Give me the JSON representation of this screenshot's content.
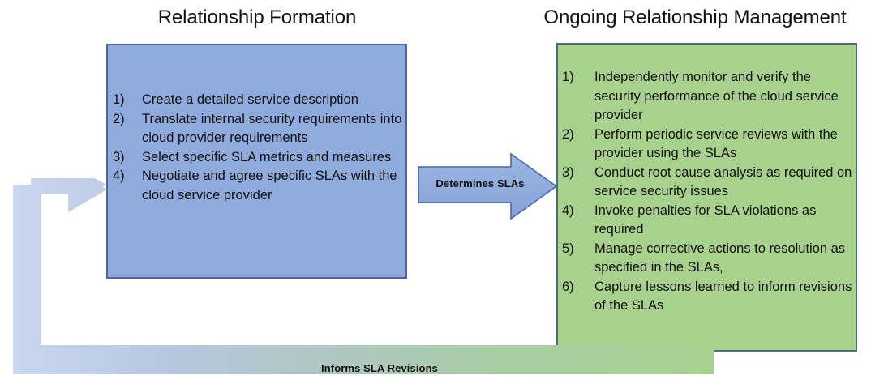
{
  "diagram": {
    "columns": [
      {
        "key": "formation",
        "title": "Relationship Formation"
      },
      {
        "key": "ongoing",
        "title": "Ongoing Relationship Management"
      }
    ],
    "formation_box": {
      "fill": "#8FAADC",
      "border": "#4A66A8",
      "steps": [
        {
          "num": "1)",
          "text": "Create a detailed service description"
        },
        {
          "num": "2)",
          "text": "Translate internal security requirements into cloud provider requirements"
        },
        {
          "num": "3)",
          "text": "Select specific SLA metrics and measures"
        },
        {
          "num": "4)",
          "text": "Negotiate and agree specific SLAs with the cloud service provider"
        }
      ]
    },
    "ongoing_box": {
      "fill": "#A9D18E",
      "border": "#4C6B78",
      "steps": [
        {
          "num": "1)",
          "text": "Independently monitor and verify the security performance of the cloud service provider"
        },
        {
          "num": "2)",
          "text": "Perform periodic service reviews with the provider using the SLAs"
        },
        {
          "num": "3)",
          "text": "Conduct root cause analysis as required on service security issues"
        },
        {
          "num": "4)",
          "text": "Invoke penalties for SLA violations as required"
        },
        {
          "num": "5)",
          "text": "Manage corrective actions to resolution as specified in the SLAs,"
        },
        {
          "num": "6)",
          "text": "Capture lessons learned to inform revisions of the SLAs"
        }
      ]
    },
    "connectors": {
      "forward_arrow": {
        "label": "Determines  SLAs",
        "fill": "#8FAADC",
        "border": "#4A66A8",
        "direction": "right"
      },
      "feedback_arrow": {
        "label": "Informs SLA Revisions",
        "fill_start": "#A9D18E",
        "fill_end": "#C5D4EE",
        "direction": "left"
      }
    }
  }
}
